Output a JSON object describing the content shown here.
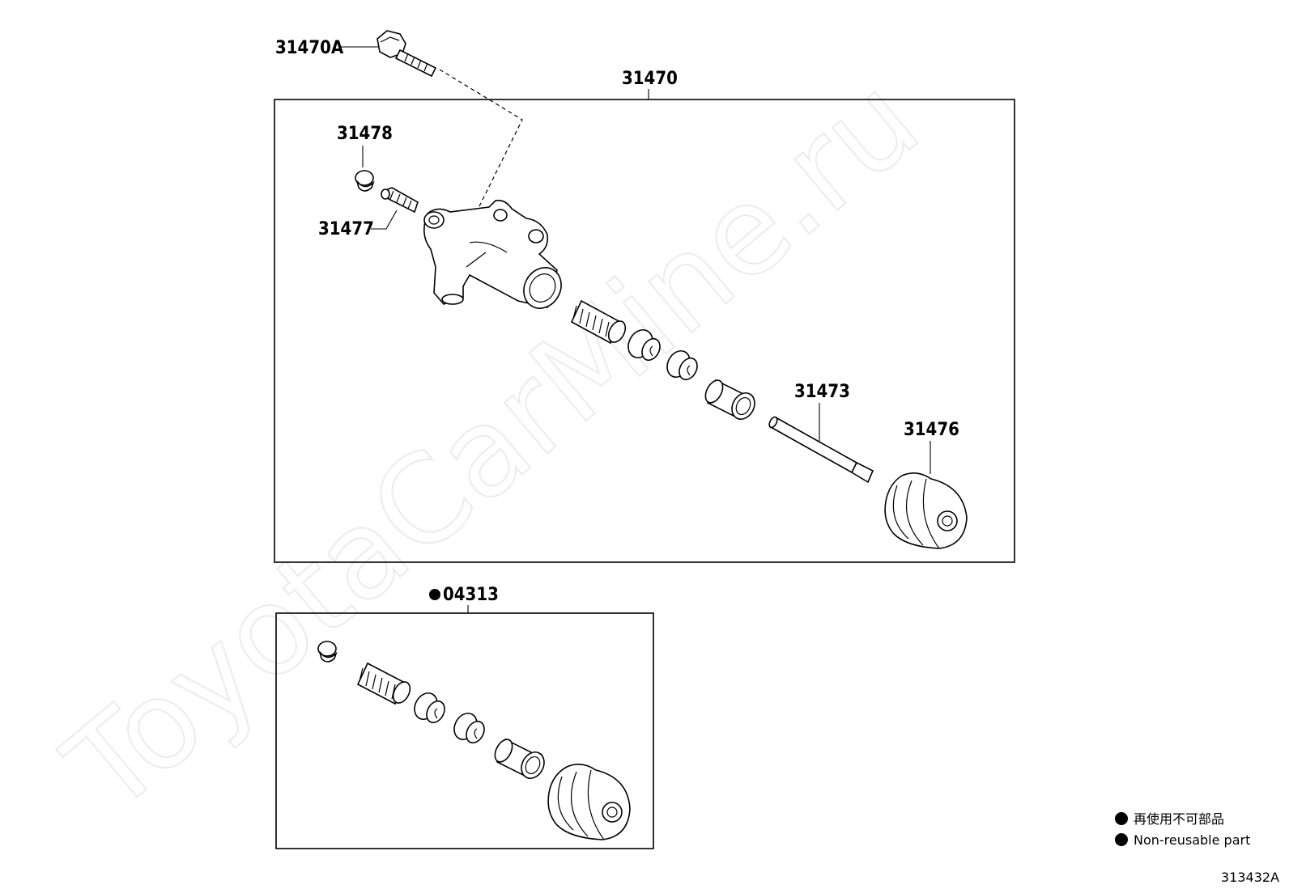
{
  "watermark": "ToyotaCarMine.ru",
  "labels": {
    "bolt": "31470A",
    "cylinder_assy": "31470",
    "bleeder_cap": "31478",
    "bleeder_plug": "31477",
    "push_rod": "31473",
    "boot": "31476",
    "repair_kit": "04313"
  },
  "legend": {
    "symbol": "●",
    "japanese": "再使用不可部品",
    "english": "Non-reusable part"
  },
  "diagram_id": "313432A",
  "colors": {
    "line": "#000000",
    "background": "#ffffff",
    "watermark": "#dcdcdc"
  }
}
